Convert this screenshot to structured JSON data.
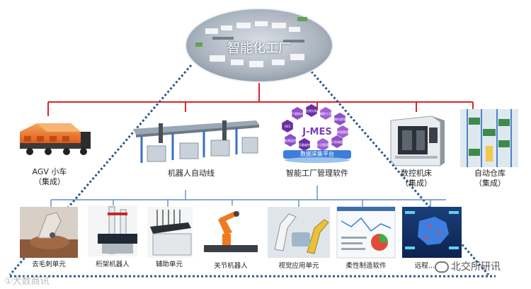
{
  "hub": {
    "title": "智能化工厂"
  },
  "level1": [
    {
      "line1": "AGV 小车",
      "line2": "（集成）",
      "icon": "agv-cart-icon"
    },
    {
      "line1": "机器人自动线",
      "line2": "",
      "icon": "robot-line-icon"
    },
    {
      "line1": "智能工厂管理软件",
      "line2": "",
      "icon": "mes-software-icon"
    },
    {
      "line1": "数控机床",
      "line2": "（集成）",
      "icon": "cnc-machine-icon"
    },
    {
      "line1": "自动仓库",
      "line2": "（集成）",
      "icon": "auto-warehouse-icon"
    }
  ],
  "mes": {
    "logo": "J-MES",
    "platform": "数据采集平台",
    "hexes": [
      "产量统计",
      "在线分析",
      "辅助工艺",
      "物料管理",
      "OEE",
      "质量管理",
      "能源监控",
      "设备维护",
      "人员管理",
      "计划调度"
    ]
  },
  "level2": [
    {
      "label": "去毛刺单元",
      "icon": "deburring-unit-icon"
    },
    {
      "label": "桁架机器人",
      "icon": "gantry-robot-icon"
    },
    {
      "label": "辅助单元",
      "icon": "auxiliary-unit-icon"
    },
    {
      "label": "关节机器人",
      "icon": "articulated-robot-icon"
    },
    {
      "label": "视觉应用单元",
      "icon": "vision-unit-icon"
    },
    {
      "label": "柔性制造软件",
      "icon": "flexible-software-icon"
    },
    {
      "label": "远程…",
      "icon": "remote-monitor-icon"
    }
  ],
  "watermark_left": "①大数商讯",
  "watermark_right": "北交所研讯",
  "colors": {
    "tree": "#d9262c",
    "dotted": "#2f5b8a",
    "branch": "#5b8fc9",
    "mes_hex": "#7b3fb5",
    "mes_bar": "#3d7fd8"
  }
}
